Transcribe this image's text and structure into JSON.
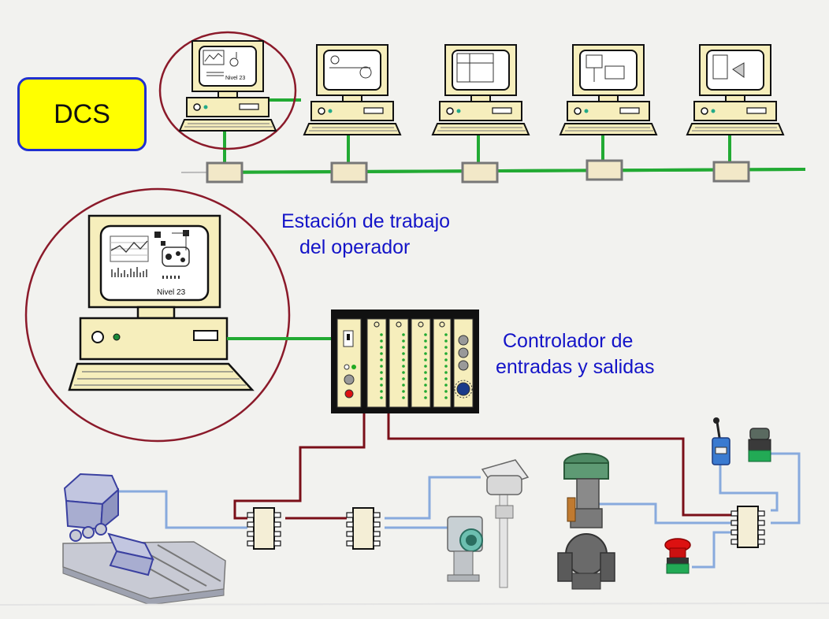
{
  "diagram": {
    "badge": "DCS",
    "label_workstation_line1": "Estación de trabajo",
    "label_workstation_line2": "del operador",
    "label_controller_line1": "Controlador de",
    "label_controller_line2": "entradas y salidas",
    "screen_level_text": "Nivel 23"
  },
  "colors": {
    "network": "#22aa33",
    "field_wire": "#7a0f18",
    "signal_wire": "#88aadd",
    "badge_fill": "#ffff00",
    "badge_border": "#2030d0",
    "label_text": "#1414c8",
    "computer_beige": "#f6eebc"
  },
  "icons": [
    "workstation-computer",
    "network-node",
    "io-controller-rack",
    "junction-terminal",
    "motor-conveyor",
    "temperature-transmitter",
    "pressure-transmitter",
    "control-valve",
    "limit-switch",
    "push-button",
    "emergency-stop"
  ]
}
